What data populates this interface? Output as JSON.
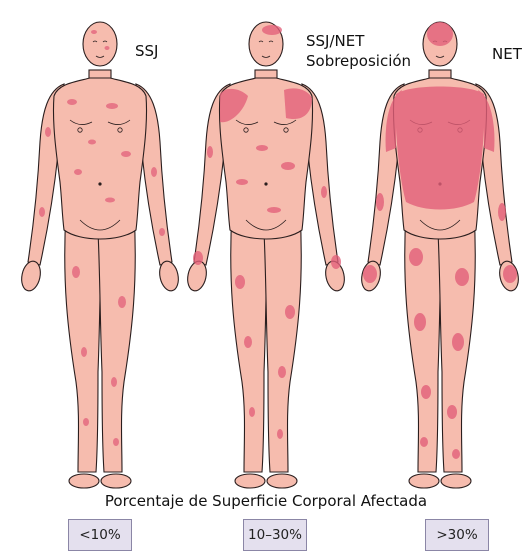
{
  "figures": [
    {
      "label": "SSJ",
      "range": "<10%"
    },
    {
      "label": "SSJ/NET",
      "label2": "Sobreposición",
      "range": "10–30%"
    },
    {
      "label": "NET",
      "range": ">30%"
    }
  ],
  "caption": "Porcentaje de Superficie Corporal Afectada",
  "colors": {
    "skin": "#f6bcae",
    "outline": "#2a1e1e",
    "lesion": "#e3607a",
    "box_fill": "#e4e0ee",
    "box_border": "#8b86a6"
  }
}
